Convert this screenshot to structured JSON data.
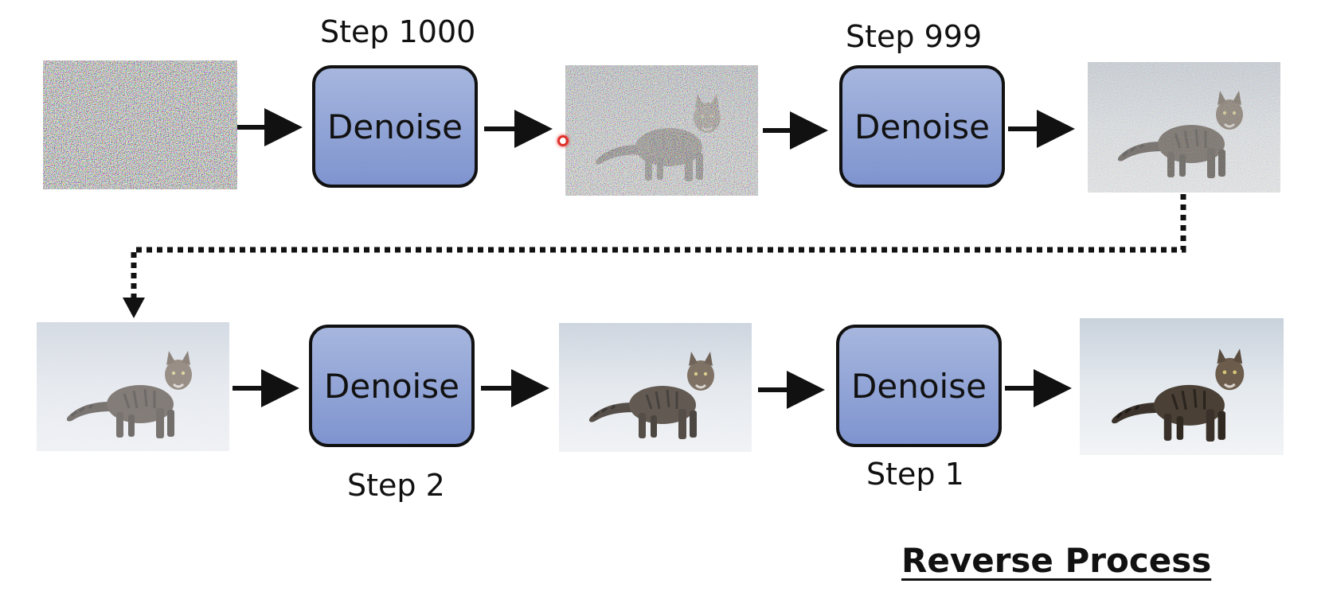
{
  "top_row": {
    "step_a": "Step 1000",
    "box_a": "Denoise",
    "step_b": "Step 999",
    "box_b": "Denoise"
  },
  "bottom_row": {
    "box_a": "Denoise",
    "step_a": "Step 2",
    "box_b": "Denoise",
    "step_b": "Step 1"
  },
  "title": "Reverse Process",
  "colors": {
    "box_fill_top": "#a6b6de",
    "box_fill_bottom": "#7f94cf",
    "cursor": "#e0302a"
  },
  "noise_levels": [
    1.0,
    0.75,
    0.45,
    0.2,
    0.05,
    0.0
  ]
}
